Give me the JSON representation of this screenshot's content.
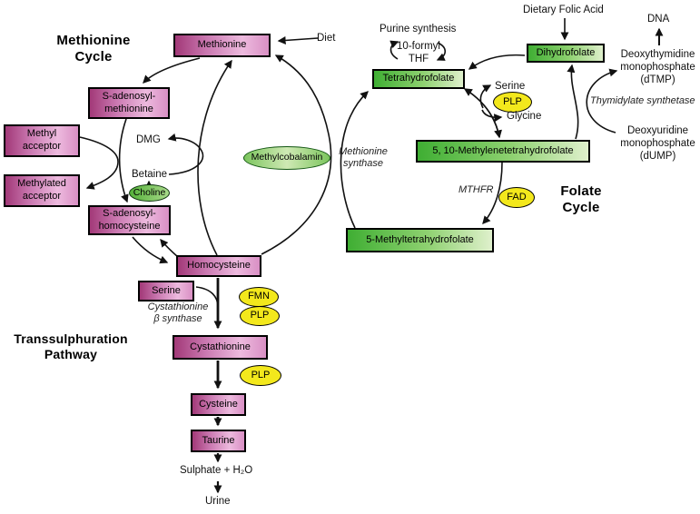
{
  "titles": {
    "methionine_cycle": "Methionine\nCycle",
    "folate_cycle": "Folate\nCycle",
    "transsulphuration": "Transsulphuration\nPathway"
  },
  "nodes": {
    "methionine": "Methionine",
    "sam": "S-adenosyl-\nmethionine",
    "methyl_acceptor": "Methyl\nacceptor",
    "methylated_acceptor": "Methylated\nacceptor",
    "sah": "S-adenosyl-\nhomocysteine",
    "homocysteine": "Homocysteine",
    "serine_box": "Serine",
    "cystathionine": "Cystathionine",
    "cysteine": "Cysteine",
    "taurine": "Taurine",
    "tetrahydrofolate": "Tetrahydrofolate",
    "dihydrofolate": "Dihydrofolate",
    "methylene_thf": "5, 10-Methylenetetrahydrofolate",
    "methyl_thf": "5-Methyltetrahydrofolate"
  },
  "cofactors": {
    "methylcobalamin": "Methylcobalamin",
    "choline": "Choline",
    "plp_folate": "PLP",
    "fad": "FAD",
    "fmn": "FMN",
    "plp_cbs": "PLP",
    "plp_bottom": "PLP"
  },
  "enzymes": {
    "methionine_synthase": "Methionine\nsynthase",
    "thymidylate_synthetase": "Thymidylate synthetase",
    "mthfr": "MTHFR",
    "cbs": "Cystathionine\nβ synthase"
  },
  "labels": {
    "diet": "Diet",
    "purine_synthesis": "Purine synthesis",
    "formyl_thf": "10-formyl\nTHF",
    "dmg": "DMG",
    "betaine": "Betaine",
    "dietary_folic_acid": "Dietary Folic Acid",
    "dna": "DNA",
    "dtmp": "Deoxythymidine\nmonophosphate\n(dTMP)",
    "dump": "Deoxyuridine\nmonophosphate\n(dUMP)",
    "serine": "Serine",
    "glycine": "Glycine",
    "sulphate": "Sulphate + H₂O",
    "urine": "Urine"
  },
  "colors": {
    "pink_dark": "#a23978",
    "pink_light": "#edbade",
    "green_dark": "#3fae33",
    "green_light": "#dff0cc",
    "cofactor_yellow": "#f3e81c",
    "cofactor_green": "#7cc55e",
    "line": "#111111"
  }
}
